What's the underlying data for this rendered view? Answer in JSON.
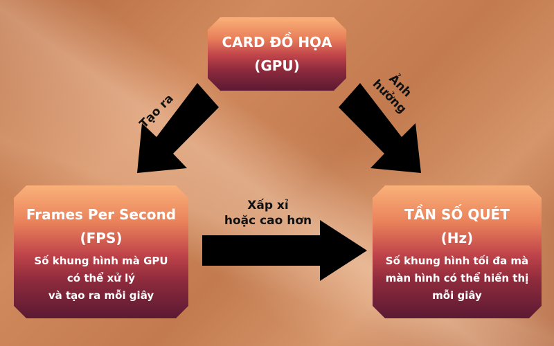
{
  "gpu_box": {
    "title": "CARD ĐỒ HỌA",
    "subtitle": "(GPU)"
  },
  "fps_box": {
    "title": "Frames Per Second",
    "subtitle": "(FPS)",
    "desc_lines": [
      "Số khung hình mà GPU",
      "có thể xử lý",
      "và tạo ra mỗi giây"
    ]
  },
  "hz_box": {
    "title": "TẦN SỐ QUÉT",
    "subtitle": "(Hz)",
    "desc_lines": [
      "Số khung hình tối đa mà",
      "màn hình có thể hiển thị",
      "mỗi giây"
    ]
  },
  "arrows": {
    "gpu_to_fps": "Tạo ra",
    "gpu_to_hz_line1": "Ảnh",
    "gpu_to_hz_line2": "hưởng",
    "fps_to_hz_line1": "Xấp xỉ",
    "fps_to_hz_line2": "hoặc cao hơn"
  },
  "colors": {
    "box_top": "#fab179",
    "box_bottom": "#5b1a33",
    "arrow": "#000000",
    "background": "#c27a4e"
  }
}
